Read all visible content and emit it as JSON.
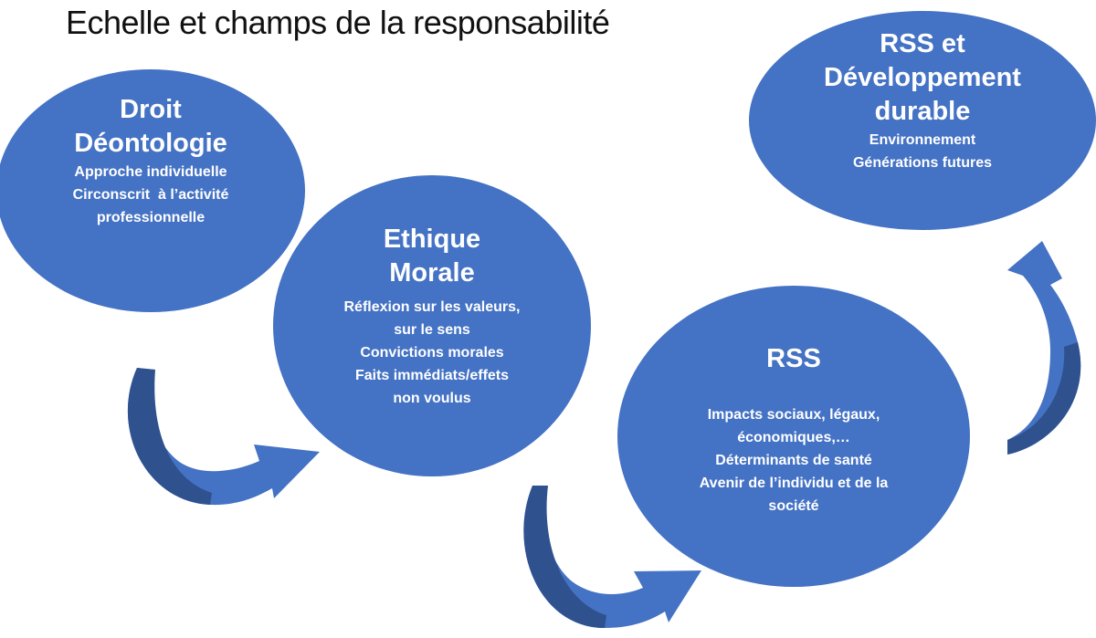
{
  "title": "Echelle et champs de la responsabilité",
  "colors": {
    "bubble_fill": "#4472C4",
    "arrow_light": "#4472C4",
    "arrow_dark": "#2F528F",
    "text": "#FFFFFF"
  },
  "bubbles": [
    {
      "title_lines": [
        "Droit",
        "Déontologie"
      ],
      "desc_lines": [
        "Approche individuelle",
        "Circonscrit  à l’activité",
        "professionnelle"
      ]
    },
    {
      "title_lines": [
        "Ethique",
        "Morale"
      ],
      "desc_lines": [
        "Réflexion sur les valeurs,",
        "sur le sens",
        "Convictions morales",
        "Faits immédiats/effets",
        "non voulus"
      ]
    },
    {
      "title_lines": [
        "RSS"
      ],
      "desc_lines": [
        "Impacts sociaux, légaux,",
        "économiques,…",
        "Déterminants de santé",
        "Avenir de l’individu et de la",
        "société"
      ]
    },
    {
      "title_lines": [
        "RSS et",
        "Développement",
        "durable"
      ],
      "desc_lines": [
        "Environnement",
        "Générations futures"
      ]
    }
  ]
}
